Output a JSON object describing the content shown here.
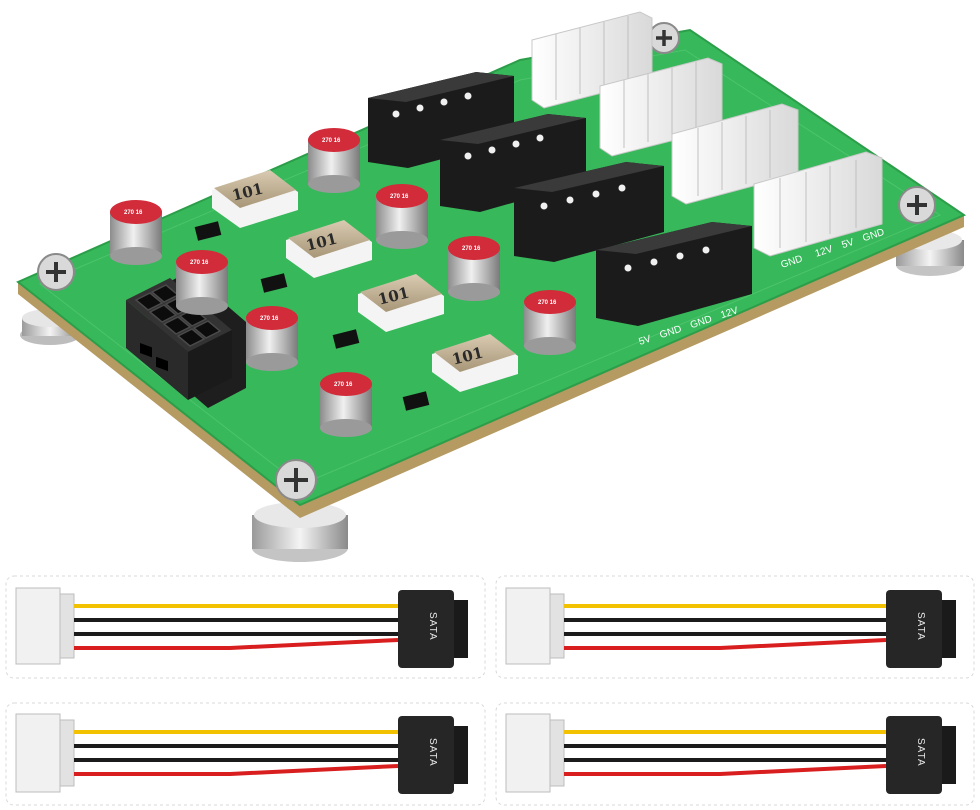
{
  "board": {
    "inductor_label": "101",
    "capacitor_label": "270 16",
    "molex_pinout": [
      "5V",
      "GND",
      "GND",
      "12V"
    ],
    "sata_pinout": [
      "GND",
      "12V",
      "5V",
      "GND"
    ]
  },
  "cables": [
    {
      "connector_label": "SATA"
    },
    {
      "connector_label": "SATA"
    },
    {
      "connector_label": "SATA"
    },
    {
      "connector_label": "SATA"
    }
  ],
  "colors": {
    "pcb": "#37b85a",
    "pcb_edge": "#b59a62",
    "wire_yellow": "#f2c200",
    "wire_black": "#1b1b1b",
    "wire_red": "#d81e1e",
    "connector_black": "#262626",
    "connector_white": "#f2f2f2"
  }
}
